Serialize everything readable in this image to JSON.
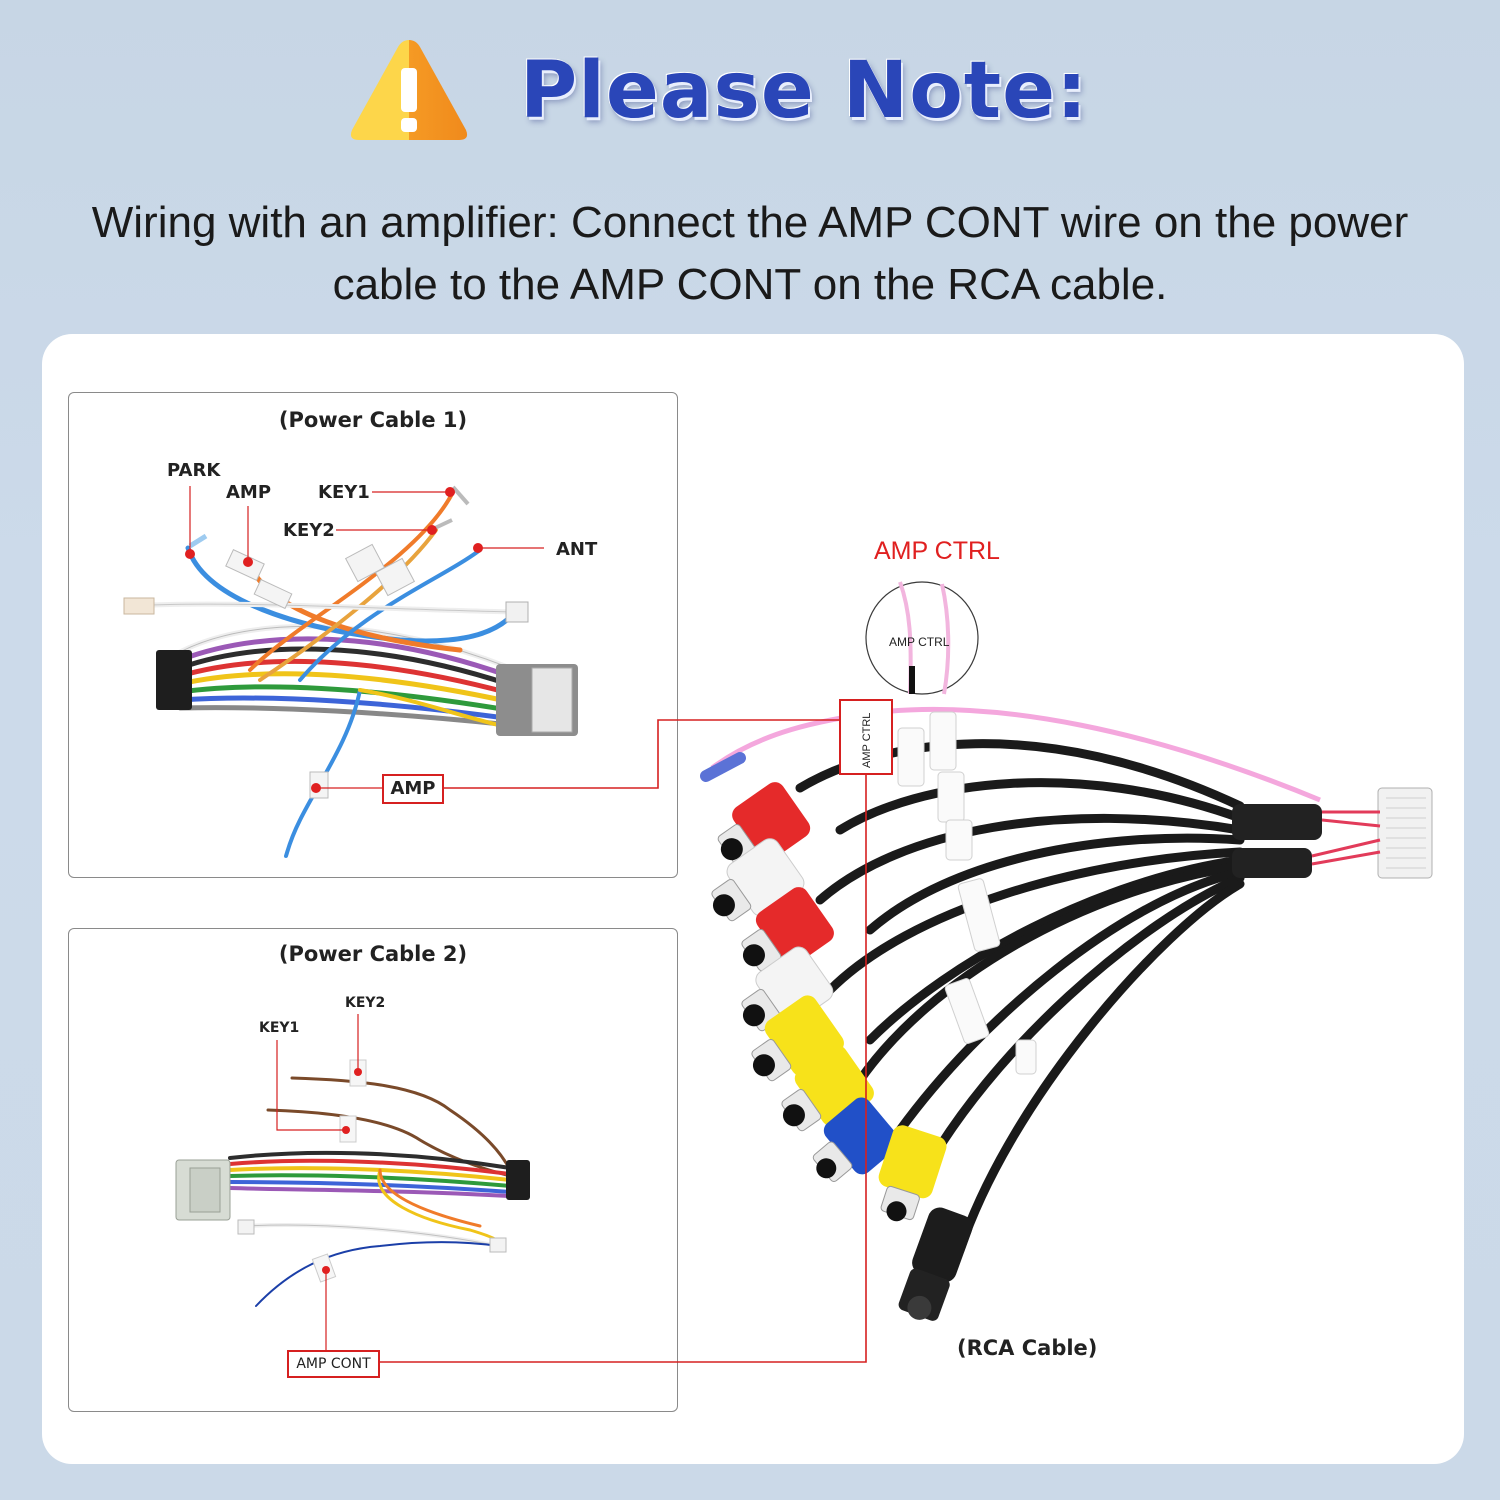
{
  "header": {
    "title": "Please Note:",
    "note": "Wiring with an amplifier: Connect the AMP CONT wire on the power cable to the AMP CONT on the RCA cable."
  },
  "power_cable_1": {
    "title": "(Power Cable 1)",
    "labels": {
      "park": "PARK",
      "amp": "AMP",
      "key1": "KEY1",
      "key2": "KEY2",
      "ant": "ANT"
    },
    "callout": "AMP"
  },
  "power_cable_2": {
    "title": "(Power Cable 2)",
    "labels": {
      "key1": "KEY1",
      "key2": "KEY2"
    },
    "callout": "AMP CONT"
  },
  "rca_cable": {
    "title": "(RCA Cable)",
    "amp_ctrl_label": "AMP CTRL",
    "amp_ctrl_tag": "AMP CTRL",
    "amp_ctrl_zoom_tag": "AMP CTRL"
  },
  "colors": {
    "callout_red": "#d62020",
    "headline_blue": "#2a46b8",
    "warning_yellow": "#f6c531",
    "warning_orange": "#f08a1c"
  }
}
